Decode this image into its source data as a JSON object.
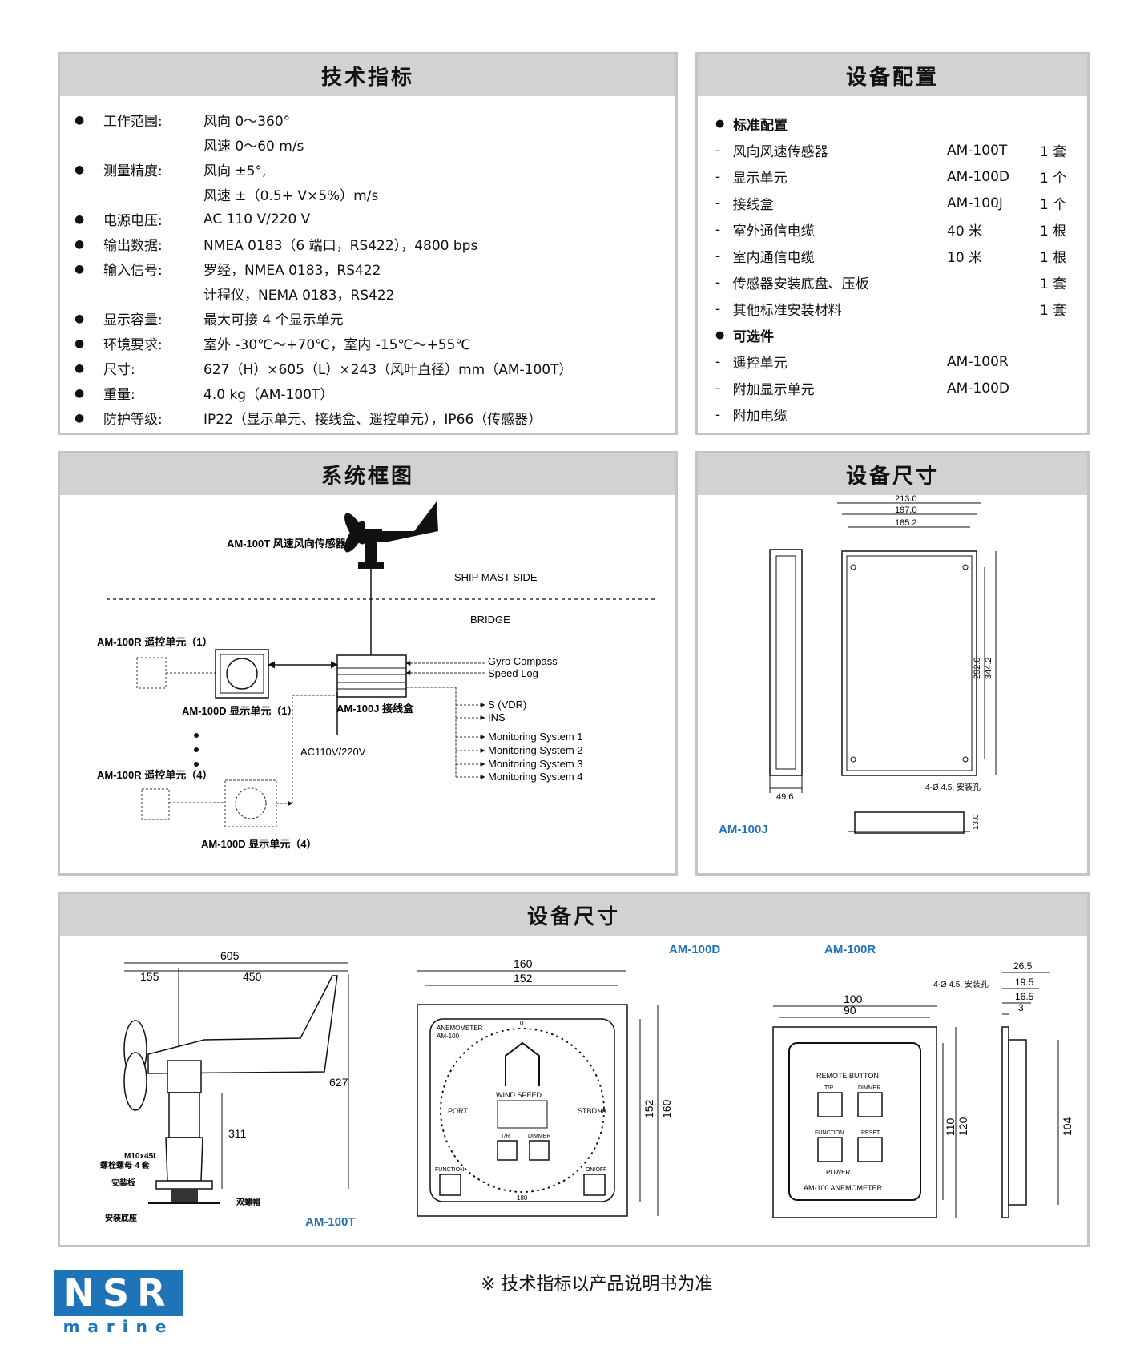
{
  "specs": {
    "title": "技术指标",
    "rows": [
      {
        "label": "工作范围:",
        "value": "风向  0～360°"
      },
      {
        "label": "",
        "value": "风速  0～60 m/s"
      },
      {
        "label": "测量精度:",
        "value": "风向  ±5°,"
      },
      {
        "label": "",
        "value": "风速  ±（0.5+ V×5%）m/s"
      },
      {
        "label": "电源电压:",
        "value": "AC 110 V/220 V"
      },
      {
        "label": "输出数据:",
        "value": "NMEA 0183（6 端口，RS422），4800 bps"
      },
      {
        "label": "输入信号:",
        "value": "罗经，NMEA 0183，RS422"
      },
      {
        "label": "",
        "value": "计程仪，NEMA 0183，RS422"
      },
      {
        "label": "显示容量:",
        "value": "最大可接 4 个显示单元"
      },
      {
        "label": "环境要求:",
        "value": "室外 -30℃～+70℃，室内 -15℃～+55℃"
      },
      {
        "label": "尺寸:",
        "value": "627（H）×605（L）×243（风叶直径）mm（AM-100T）"
      },
      {
        "label": "重量:",
        "value": "4.0 kg（AM-100T）"
      },
      {
        "label": "防护等级:",
        "value": "IP22（显示单元、接线盒、遥控单元），IP66（传感器）"
      }
    ]
  },
  "config": {
    "title": "设备配置",
    "rows": [
      {
        "type": "section",
        "name": "标准配置"
      },
      {
        "type": "item",
        "name": "风向风速传感器",
        "model": "AM-100T",
        "qty": "1 套"
      },
      {
        "type": "item",
        "name": "显示单元",
        "model": "AM-100D",
        "qty": "1 个"
      },
      {
        "type": "item",
        "name": "接线盒",
        "model": "AM-100J",
        "qty": "1 个"
      },
      {
        "type": "item",
        "name": "室外通信电缆",
        "model": "40 米",
        "qty": "1 根"
      },
      {
        "type": "item",
        "name": "室内通信电缆",
        "model": "10 米",
        "qty": "1 根"
      },
      {
        "type": "item",
        "name": "传感器安装底盘、压板",
        "model": "",
        "qty": "1 套"
      },
      {
        "type": "item",
        "name": "其他标准安装材料",
        "model": "",
        "qty": "1 套"
      },
      {
        "type": "section",
        "name": "可选件"
      },
      {
        "type": "item",
        "name": "遥控单元",
        "model": "AM-100R",
        "qty": ""
      },
      {
        "type": "item",
        "name": "附加显示单元",
        "model": "AM-100D",
        "qty": ""
      },
      {
        "type": "item",
        "name": "附加电缆",
        "model": "",
        "qty": ""
      }
    ]
  },
  "block": {
    "title": "系统框图",
    "sensor": "AM-100T 风速风向传感器",
    "mast": "SHIP MAST SIDE",
    "bridge": "BRIDGE",
    "remote1": "AM-100R 遥控单元（1）",
    "display1": "AM-100D 显示单元（1）",
    "junction": "AM-100J 接线盒",
    "remote4": "AM-100R 遥控单元（4）",
    "display4": "AM-100D 显示单元（4）",
    "power": "AC110V/220V",
    "inputs": [
      "Gyro Compass",
      "Speed Log"
    ],
    "outputs": [
      "S (VDR)",
      "INS",
      "Monitoring System 1",
      "Monitoring System 2",
      "Monitoring System 3",
      "Monitoring System 4"
    ]
  },
  "dim1": {
    "title": "设备尺寸",
    "w1": "213.0",
    "w2": "197.0",
    "w3": "185.2",
    "h1": "292.0",
    "h2": "344.2",
    "depth": "49.6",
    "hole": "4-Ø 4.5, 安装孔",
    "base": "13.0",
    "model": "AM-100J"
  },
  "dim2": {
    "title": "设备尺寸",
    "t_w": "605",
    "t_w1": "155",
    "t_w2": "450",
    "t_h": "627",
    "t_h2": "311",
    "t_bolt": "M10x45L",
    "t_bolt2": "螺栓螺母-4 套",
    "t_plate": "安装板",
    "t_nut": "双螺帽",
    "t_base": "安装底座",
    "t_model": "AM-100T",
    "d_w1": "160",
    "d_w2": "152",
    "d_h1": "152",
    "d_h2": "160",
    "d_model": "AM-100D",
    "d_face_title": "ANEMOMETER",
    "d_face_model": "AM-100",
    "d_wind": "WIND SPEED",
    "d_port": "PORT",
    "d_stbd": "STBD",
    "d_zero": "0",
    "d_ninety": "90",
    "d_oneeighty": "180",
    "d_btn1": "T/R",
    "d_btn2": "DIMMER",
    "d_btn3": "FUNCTION",
    "d_btn4": "ON/OFF",
    "r_hole": "4-Ø 4.5, 安装孔",
    "r_w1": "100",
    "r_w2": "90",
    "r_h1": "110",
    "r_h2": "120",
    "r_side": [
      "26.5",
      "19.5",
      "16.5",
      "3"
    ],
    "r_h3": "104",
    "r_model": "AM-100R",
    "r_title": "REMOTE BUTTON",
    "r_b1": "T/R",
    "r_b2": "DIMMER",
    "r_b3": "FUNCTION",
    "r_b4": "RESET",
    "r_power": "POWER",
    "r_foot": "AM-100 ANEMOMETER"
  },
  "footnote": "※ 技术指标以产品说明书为准",
  "logo": {
    "top": "NSR",
    "bottom": "marine",
    "color": "#1f73b7"
  }
}
